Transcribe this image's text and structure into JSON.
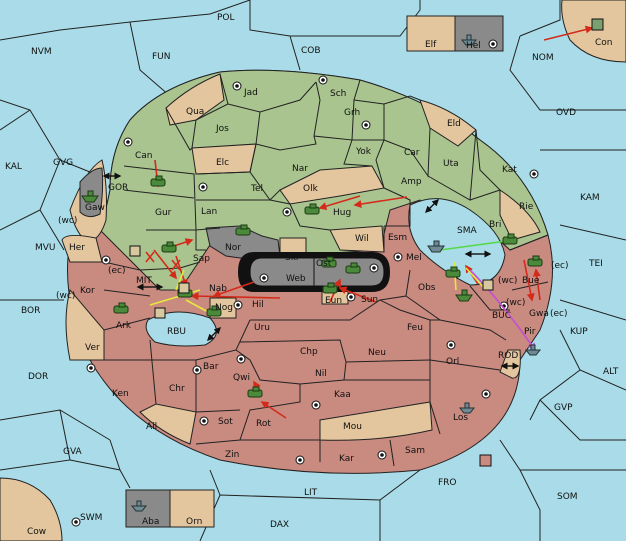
{
  "colors": {
    "sea": "#a9dce8",
    "player_green": "#a9c48f",
    "player_red": "#c98a80",
    "neutral_tan": "#e4c69e",
    "impassable": "#8a8a8a",
    "order_arrow": "#d42a1a",
    "support_yellow": "#e8e83a",
    "support_green": "#57d94a",
    "convoy_magenta": "#c44fd6"
  },
  "seas": {
    "pol": "POL",
    "nvm": "NVM",
    "fun": "FUN",
    "cob": "COB",
    "nom": "NOM",
    "ovd": "OVD",
    "kal": "KAL",
    "gvg": "GVG",
    "gor": "GOR",
    "mvu": "MVU",
    "mit": "MIT",
    "bor": "BOR",
    "rbu": "RBU",
    "sma": "SMA",
    "kam": "KAM",
    "tei": "TEI",
    "kup": "KUP",
    "alt": "ALT",
    "dor": "DOR",
    "rod": "ROD",
    "gvp": "GVP",
    "gva": "GVA",
    "fro": "FRO",
    "som": "SOM",
    "lit": "LIT",
    "swm": "SWM",
    "dax": "DAX",
    "buc": "BUC"
  },
  "territories": {
    "elf": "Elf",
    "hel": "Hel",
    "con": "Con",
    "jad": "Jad",
    "sch": "Sch",
    "qua": "Qua",
    "jos": "Jos",
    "grh": "Grh",
    "eld": "Eld",
    "can": "Can",
    "yok": "Yok",
    "car": "Car",
    "elc": "Elc",
    "nar": "Nar",
    "uta": "Uta",
    "kat": "Kat",
    "gur": "Gur",
    "tel": "Tel",
    "olk": "Olk",
    "amp": "Amp",
    "rie": "Rie",
    "lan": "Lan",
    "hug": "Hug",
    "bri": "Bri",
    "gaw": "Gaw",
    "her": "Her",
    "nor": "Nor",
    "skr": "Skr",
    "wil": "Wil",
    "esm": "Esm",
    "sap": "Sap",
    "ost": "Ost",
    "web": "Web",
    "mel": "Mel",
    "bue": "Bue",
    "kor": "Kor",
    "nab": "Nab",
    "eun": "Eun",
    "sun": "Sun",
    "obs": "Obs",
    "gwa": "Gwa",
    "ark": "Ark",
    "hil": "Hil",
    "nog": "Nog",
    "pir": "Pir",
    "uru": "Uru",
    "feu": "Feu",
    "ver": "Ver",
    "chp": "Chp",
    "neu": "Neu",
    "orl": "Orl",
    "bar": "Bar",
    "qwi": "Qwi",
    "nil": "Nil",
    "ken": "Ken",
    "chr": "Chr",
    "kaa": "Kaa",
    "los": "Los",
    "ail": "Ail",
    "sot": "Sot",
    "rot": "Rot",
    "mou": "Mou",
    "zin": "Zin",
    "kar": "Kar",
    "sam": "Sam",
    "aba": "Aba",
    "orn": "Orn",
    "cow": "Cow"
  },
  "coast_tags": {
    "wc_her": "(wc)",
    "ec_kor": "(ec)",
    "wc_kor": "(wc)",
    "wc_buc": "(wc)",
    "ec_bue": "(ec)",
    "wc_gwa": "(wc)",
    "ec_gwa": "(ec)"
  }
}
